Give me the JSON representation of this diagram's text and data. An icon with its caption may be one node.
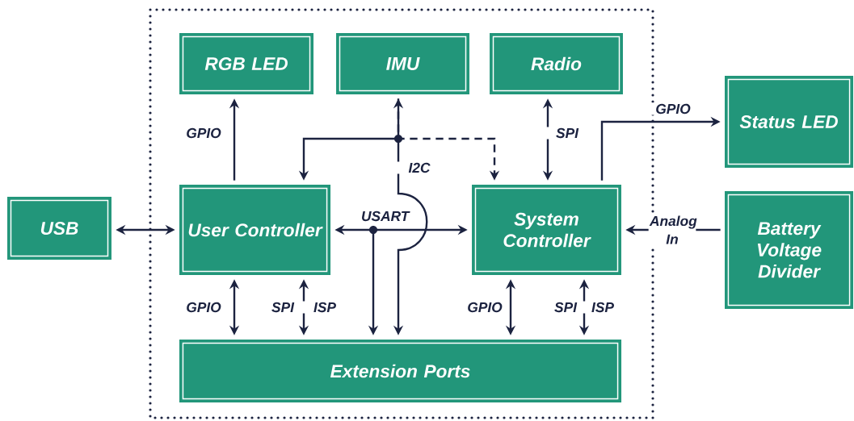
{
  "diagram": {
    "nodes": [
      {
        "text": [
          "RGB LED"
        ]
      },
      {
        "text": [
          "IMU"
        ]
      },
      {
        "text": [
          "Radio"
        ]
      },
      {
        "text": [
          "Status LED"
        ]
      },
      {
        "text": [
          "USB"
        ]
      },
      {
        "text": [
          "User Controller"
        ]
      },
      {
        "text": [
          "System Controller"
        ]
      },
      {
        "text": [
          "Battery Voltage Divider"
        ]
      },
      {
        "text": [
          "Extension Ports"
        ]
      }
    ],
    "edges": [
      {
        "from": 5,
        "to": 0,
        "arrow": "to",
        "label": "GPIO"
      },
      {
        "from": 1,
        "to": 5,
        "arrow": "both"
      },
      {
        "from": 1,
        "to": 6,
        "arrow": "to",
        "style": "dashed"
      },
      {
        "from": 1,
        "to": 8,
        "arrow": "both",
        "label": "I2C"
      },
      {
        "from": 2,
        "to": 6,
        "arrow": "both",
        "label": "SPI"
      },
      {
        "from": 6,
        "to": 3,
        "arrow": "to",
        "label": "GPIO"
      },
      {
        "from": 4,
        "to": 5,
        "arrow": "both"
      },
      {
        "from": 5,
        "to": 6,
        "arrow": "both",
        "label": "USART"
      },
      {
        "from": 5,
        "to": 8,
        "arrow": "both"
      },
      {
        "from": 6,
        "to": 8,
        "arrow": "both"
      },
      {
        "from": 7,
        "to": 6,
        "arrow": "to",
        "label": "Analog In"
      },
      {
        "from": 5,
        "to": 8,
        "arrow": "both",
        "label": "GPIO"
      },
      {
        "from": 5,
        "to": 8,
        "arrow": "both",
        "label": "SPI"
      },
      {
        "from": 6,
        "to": 8,
        "arrow": "both",
        "label": "GPIO"
      },
      {
        "from": 6,
        "to": 8,
        "arrow": "both",
        "label": "SPI"
      }
    ],
    "labels": [
      "ISP",
      "ISP"
    ]
  }
}
